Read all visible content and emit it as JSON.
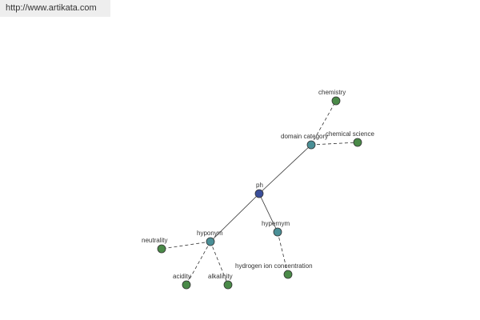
{
  "banner": {
    "url": "http://www.artikata.com"
  },
  "colors": {
    "root": "#3b4f9a",
    "relation": "#4a8f96",
    "term": "#4a8a48",
    "edge": "#333333"
  },
  "nodes": [
    {
      "id": "ph",
      "label": "ph",
      "kind": "root"
    },
    {
      "id": "domain-category",
      "label": "domain category",
      "kind": "relation"
    },
    {
      "id": "chemistry",
      "label": "chemistry",
      "kind": "term"
    },
    {
      "id": "chemical-science",
      "label": "chemical science",
      "kind": "term"
    },
    {
      "id": "hypernym",
      "label": "hypernym",
      "kind": "relation"
    },
    {
      "id": "hydrogen-ion-concentration",
      "label": "hydrogen ion concentration",
      "kind": "term"
    },
    {
      "id": "hyponym",
      "label": "hyponym",
      "kind": "relation"
    },
    {
      "id": "neutrality",
      "label": "neutrality",
      "kind": "term"
    },
    {
      "id": "acidity",
      "label": "acidity",
      "kind": "term"
    },
    {
      "id": "alkalinity",
      "label": "alkalinity",
      "kind": "term"
    }
  ],
  "edges": [
    {
      "from": "ph",
      "to": "domain-category",
      "style": "solid"
    },
    {
      "from": "ph",
      "to": "hypernym",
      "style": "solid"
    },
    {
      "from": "ph",
      "to": "hyponym",
      "style": "solid"
    },
    {
      "from": "domain-category",
      "to": "chemistry",
      "style": "dashed"
    },
    {
      "from": "domain-category",
      "to": "chemical-science",
      "style": "dashed"
    },
    {
      "from": "hypernym",
      "to": "hydrogen-ion-concentration",
      "style": "dashed"
    },
    {
      "from": "hyponym",
      "to": "neutrality",
      "style": "dashed"
    },
    {
      "from": "hyponym",
      "to": "acidity",
      "style": "dashed"
    },
    {
      "from": "hyponym",
      "to": "alkalinity",
      "style": "dashed"
    }
  ]
}
